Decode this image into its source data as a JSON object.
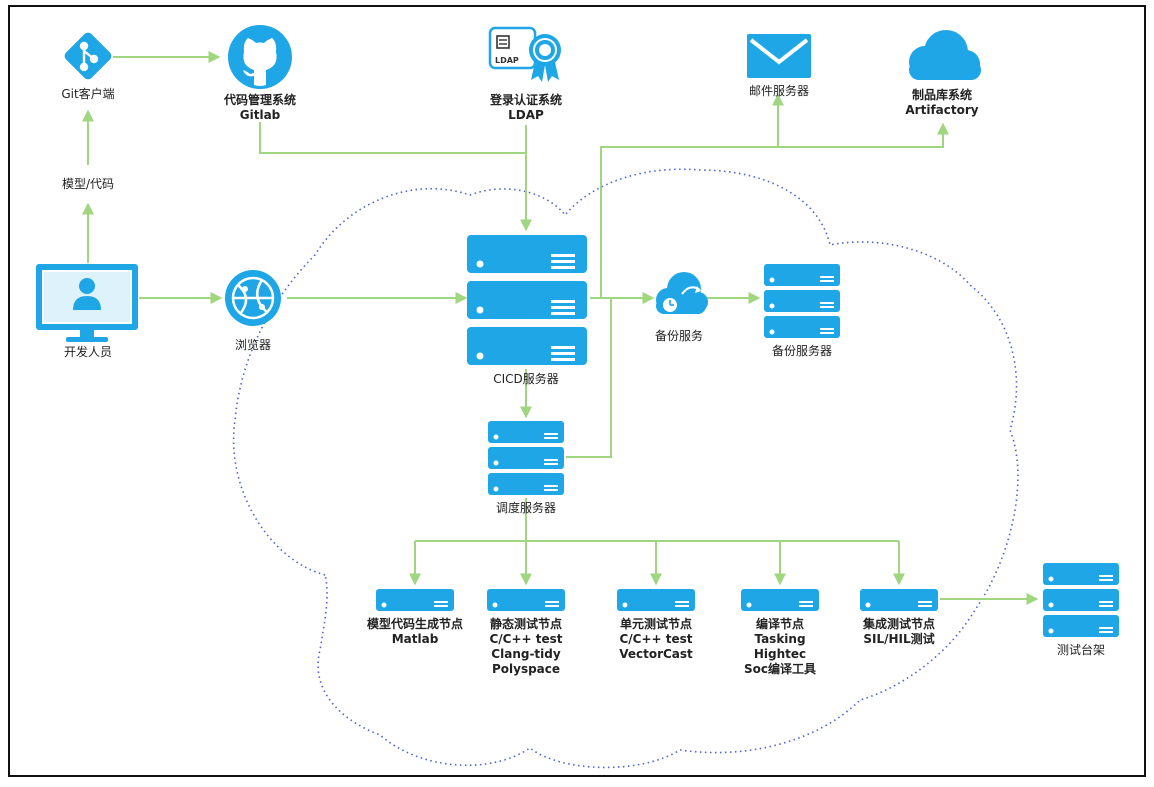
{
  "colors": {
    "node_blue": "#1ea6e6",
    "connector_green": "#9fd67f",
    "cloud_dots": "#4a63d8",
    "frame_border": "#111111"
  },
  "top_nodes": {
    "git_client": {
      "label": "Git客户端",
      "icon": "git-diamond-icon"
    },
    "gitlab": {
      "line1": "代码管理系统",
      "line2": "Gitlab",
      "icon": "github-octocat-icon"
    },
    "ldap": {
      "line1": "登录认证系统",
      "line2": "LDAP",
      "icon_text": "LDAP",
      "icon": "ldap-certificate-icon"
    },
    "mail": {
      "label": "邮件服务器",
      "icon": "envelope-icon"
    },
    "artifactory": {
      "line1": "制品库系统",
      "line2": "Artifactory",
      "icon": "cloud-icon"
    }
  },
  "left_nodes": {
    "model_code": {
      "label": "模型/代码"
    },
    "developer": {
      "label": "开发人员",
      "icon": "monitor-user-icon"
    },
    "browser": {
      "label": "浏览器",
      "icon": "browser-globe-icon"
    }
  },
  "servers": {
    "cicd": {
      "label": "CICD服务器",
      "icon": "server-stack-icon"
    },
    "scheduler": {
      "label": "调度服务器",
      "icon": "server-stack-icon"
    },
    "backup_service": {
      "label": "备份服务",
      "icon": "cloud-backup-icon"
    },
    "backup_server": {
      "label": "备份服务器",
      "icon": "server-stack-icon"
    },
    "test_bench": {
      "label": "测试台架",
      "icon": "server-stack-icon"
    }
  },
  "nodes": [
    {
      "lines": [
        "模型代码生成节点",
        "Matlab"
      ]
    },
    {
      "lines": [
        "静态测试节点",
        "C/C++ test",
        "Clang-tidy",
        "Polyspace"
      ]
    },
    {
      "lines": [
        "单元测试节点",
        "C/C++ test",
        "VectorCast"
      ]
    },
    {
      "lines": [
        "编译节点",
        "Tasking",
        "Hightec",
        "Soc编译工具"
      ]
    },
    {
      "lines": [
        "集成测试节点",
        "SIL/HIL测试"
      ]
    }
  ]
}
